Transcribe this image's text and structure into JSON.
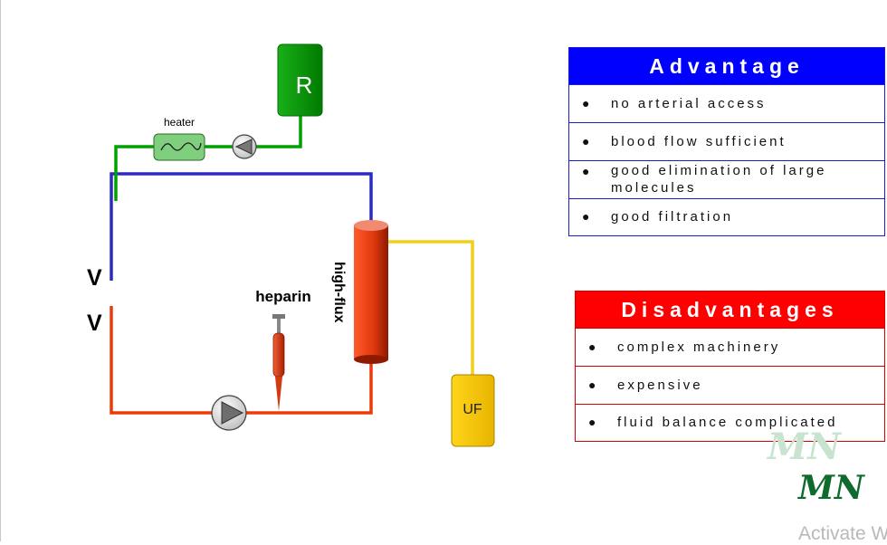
{
  "diagram": {
    "reservoir_label": "R",
    "heater_label": "heater",
    "venous_label_top": "V",
    "venous_label_bottom": "V",
    "heparin_label": "heparin",
    "filter_label": "high-flux",
    "uf_label": "UF",
    "colors": {
      "substitution_line": "#00a000",
      "return_line": "#2b2bc2",
      "arterial_line": "#ee3a0a",
      "ultrafiltrate_line": "#f2cf1a",
      "reservoir": "#009200",
      "heater": "#7fcf7f",
      "filter": "#e33a10",
      "uf_bag": "#f5c400"
    }
  },
  "advantage": {
    "title": "Advantage",
    "items": [
      "no arterial access",
      "blood flow  sufficient",
      "good elimination of large molecules",
      "good filtration"
    ]
  },
  "disadvantages": {
    "title": "Disadvantages",
    "items": [
      "complex machinery",
      "expensive",
      "fluid balance complicated"
    ]
  },
  "watermark": {
    "faded": "MN",
    "main": "MN",
    "activate_text": "Activate W"
  }
}
